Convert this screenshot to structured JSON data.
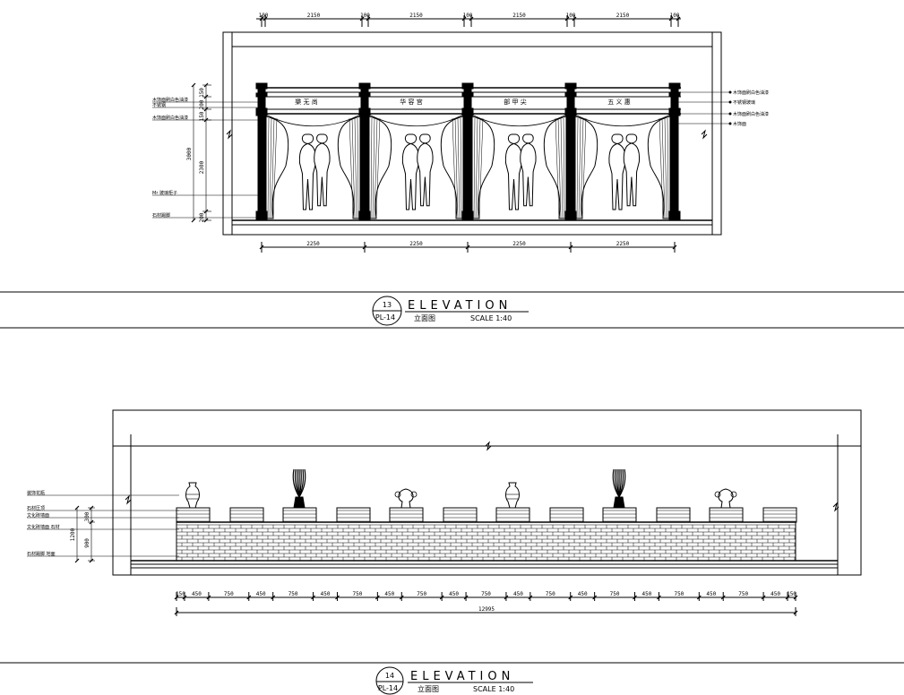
{
  "elevation_13": {
    "number": "13",
    "sheet": "PL-14",
    "title": "ELEVATION",
    "subtitle": "立面图",
    "scale": "SCALE  1:40",
    "top_dims": [
      "100",
      "2150",
      "100",
      "2150",
      "100",
      "2150",
      "100",
      "2150",
      "100"
    ],
    "bottom_dims": [
      "2250",
      "2250",
      "2250",
      "2250"
    ],
    "signs": [
      "樂 无 尚",
      "华 容 宫",
      "部 甲 尖",
      "五 义 惠"
    ],
    "left_labels": [
      "木饰面刷白色油漆",
      "不锈钢",
      "木饰面刷白色油漆",
      "Mr 玻璃柜子",
      "石材踢脚"
    ],
    "right_labels": [
      "木饰面刷白色油漆",
      "不锈钢玻璃",
      "木饰面刷白色油漆",
      "木饰面"
    ],
    "left_dims": [
      "150",
      "200",
      "150",
      "2300",
      "200"
    ],
    "left_total": "3000"
  },
  "elevation_14": {
    "number": "14",
    "sheet": "PL-14",
    "title": "ELEVATION",
    "subtitle": "立面图",
    "scale": "SCALE  1:40",
    "bottom_dims": [
      "150",
      "450",
      "750",
      "450",
      "750",
      "450",
      "750",
      "450",
      "750",
      "450",
      "750",
      "450",
      "750",
      "450",
      "750",
      "450",
      "750",
      "450",
      "750",
      "450",
      "150"
    ],
    "overall_dim": "12995",
    "left_labels": [
      "装饰花瓶",
      "石材压顶",
      "文化砖墙面",
      "文化砖墙面 石材",
      "石材踢脚 地面"
    ],
    "left_dims": [
      "300",
      "900"
    ],
    "left_total": "1200"
  }
}
